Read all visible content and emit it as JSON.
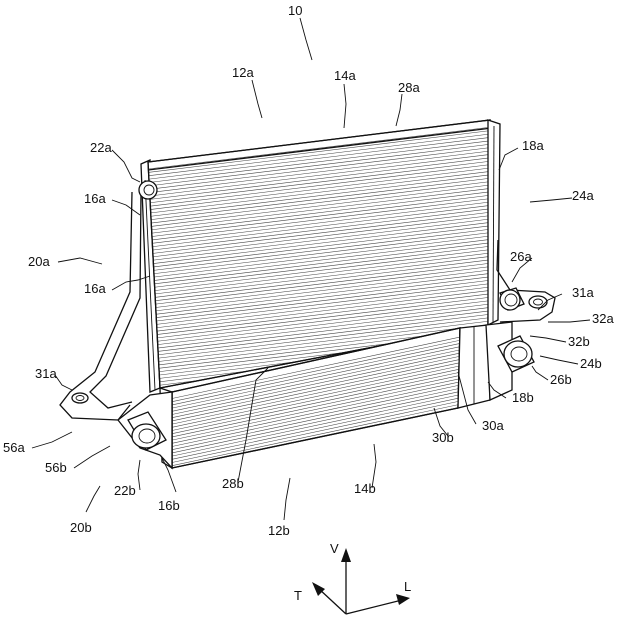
{
  "labels": {
    "l10": "10",
    "l12a": "12a",
    "l14a": "14a",
    "l28a": "28a",
    "l18a": "18a",
    "l22a": "22a",
    "l16a_top": "16a",
    "l24a": "24a",
    "l20a": "20a",
    "l16a_mid": "16a",
    "l26a": "26a",
    "l31a_right": "31a",
    "l32a": "32a",
    "l32b": "32b",
    "l24b": "24b",
    "l31a_left": "31a",
    "l26b": "26b",
    "l18b": "18b",
    "l30a": "30a",
    "l30b": "30b",
    "l56a": "56a",
    "l56b": "56b",
    "l22b": "22b",
    "l28b": "28b",
    "l14b": "14b",
    "l16b": "16b",
    "l20b": "20b",
    "l12b": "12b"
  },
  "axes": {
    "vertical": "V",
    "transverse": "T",
    "longitudinal": "L"
  }
}
